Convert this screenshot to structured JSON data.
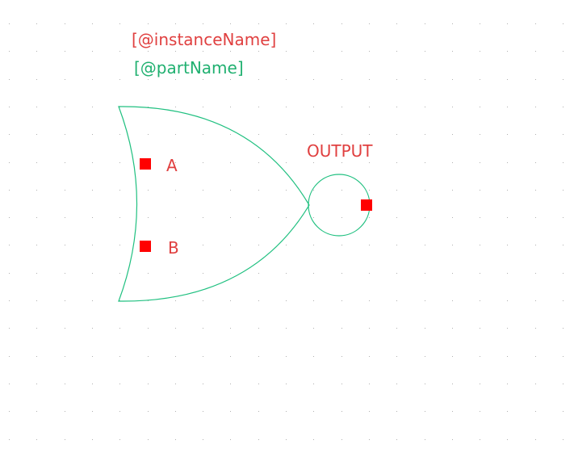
{
  "labels": {
    "instance_name": "[@instanceName]",
    "part_name": "[@partName]"
  },
  "pins": {
    "a": "A",
    "b": "B",
    "output": "OUTPUT"
  },
  "colors": {
    "background": "#ffffff",
    "grid_dot": "#b0b0b0",
    "shape": "#20c080",
    "label_red": "#e04040",
    "label_green": "#20b070",
    "pin": "#ff0000"
  }
}
